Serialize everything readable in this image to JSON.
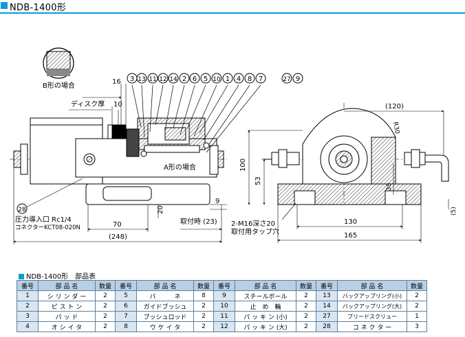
{
  "title": "NDB-1400形",
  "drawing": {
    "view_a": {
      "b_type_label": "B形の場合",
      "a_type_label": "A形の場合",
      "disk_thickness_label": "ディスク厚",
      "dim_16": "16",
      "dim_10": "10",
      "dim_9": "9",
      "dim_20": "20",
      "dim_70": "70",
      "dim_248": "(248)",
      "mount_time_label": "取付時 (23)",
      "part_28": "28",
      "pressure_port_label": "圧力導入口 Rc1/4",
      "connector_label": "コネクターKCT08-020N",
      "balloons": [
        "3",
        "13",
        "11",
        "12",
        "14",
        "2",
        "6",
        "5",
        "10",
        "1",
        "4",
        "8",
        "7",
        "27",
        "9"
      ]
    },
    "view_b": {
      "dim_120": "(120)",
      "dim_r30": "R30",
      "dim_100": "100",
      "dim_53": "53",
      "dim_38": "38",
      "dim_5": "(5)",
      "dim_130": "130",
      "dim_165": "165",
      "tap_label": "2-M16深さ20",
      "tap_label2": "取付用タップ穴"
    }
  },
  "parts_table": {
    "title": "NDB-1400形　部品表",
    "headers": [
      "番号",
      "部 品 名",
      "数量",
      "番号",
      "部 品 名",
      "数量",
      "番号",
      "部 品 名",
      "数量",
      "番号",
      "部 品 名",
      "数量"
    ],
    "rows": [
      [
        {
          "no": "1",
          "name": "シ リ ン ダ ー",
          "qty": "2"
        },
        {
          "no": "5",
          "name": "バ　　　ネ",
          "qty": "8"
        },
        {
          "no": "9",
          "name": "スチールボール",
          "qty": "2"
        },
        {
          "no": "13",
          "name": "バックアップリング(小)",
          "qty": "2"
        }
      ],
      [
        {
          "no": "2",
          "name": "ピ ス ト ン",
          "qty": "2"
        },
        {
          "no": "6",
          "name": "ガイドブッシュ",
          "qty": "2"
        },
        {
          "no": "10",
          "name": "止　め　輪",
          "qty": "2"
        },
        {
          "no": "14",
          "name": "バックアップリング(大)",
          "qty": "2"
        }
      ],
      [
        {
          "no": "3",
          "name": "パ ッ ド",
          "qty": "2"
        },
        {
          "no": "7",
          "name": "ブッシュロッド",
          "qty": "2"
        },
        {
          "no": "11",
          "name": "パ ッ キ ン (小)",
          "qty": "2"
        },
        {
          "no": "27",
          "name": "ブリードスクリュー",
          "qty": "1"
        }
      ],
      [
        {
          "no": "4",
          "name": "オ シ イ タ",
          "qty": "2"
        },
        {
          "no": "8",
          "name": "ウ ケ イ タ",
          "qty": "2"
        },
        {
          "no": "12",
          "name": "パ ッ キ ン (大)",
          "qty": "2"
        },
        {
          "no": "28",
          "name": "コ ネ ク タ ー",
          "qty": "3"
        }
      ]
    ]
  }
}
